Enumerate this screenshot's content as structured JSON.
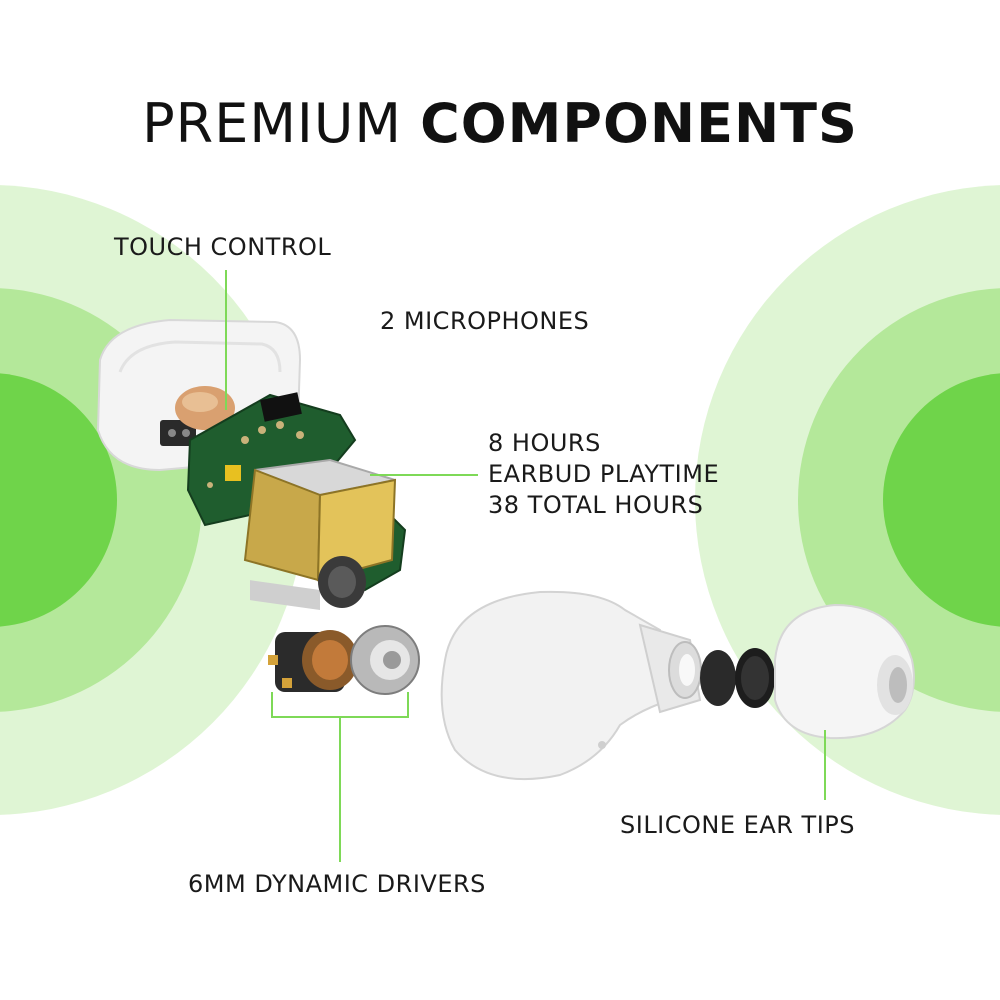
{
  "title": {
    "light": "PREMIUM",
    "bold": "COMPONENTS"
  },
  "callouts": {
    "touch_control": "TOUCH CONTROL",
    "microphones": "2 MICROPHONES",
    "battery_line1": "8 HOURS",
    "battery_line2": "EARBUD PLAYTIME",
    "battery_line3": "38 TOTAL HOURS",
    "drivers": "6MM DYNAMIC DRIVERS",
    "ear_tips": "SILICONE EAR TIPS"
  },
  "colors": {
    "accent": "#7ed957",
    "ring_outer": "#dff5d4",
    "ring_mid": "#b4e89a",
    "ring_inner": "#6fd44a",
    "text": "#1a1a1a"
  }
}
